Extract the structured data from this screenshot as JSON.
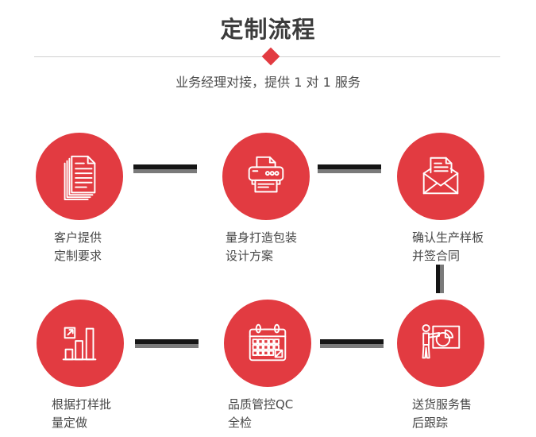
{
  "header": {
    "title": "定制流程",
    "subtitle": "业务经理对接，提供 1 对 1 服务"
  },
  "colors": {
    "accent_red": "#e23b41",
    "title_text": "#3c3c3c",
    "label_text": "#474747",
    "connector_dark": "#151515",
    "connector_gray": "#7a7a7a",
    "divider_line": "#d0d0d0"
  },
  "steps": [
    {
      "icon": "documents-icon",
      "line1": "客户提供",
      "line2": "定制要求"
    },
    {
      "icon": "printer-icon",
      "line1": "量身打造包装",
      "line2": "设计方案"
    },
    {
      "icon": "envelope-icon",
      "line1": "确认生产样板",
      "line2": "并签合同"
    },
    {
      "icon": "bar-chart-icon",
      "line1": "根据打样批",
      "line2": "量定做"
    },
    {
      "icon": "calendar-icon",
      "line1": "品质管控QC",
      "line2": "全检"
    },
    {
      "icon": "presentation-icon",
      "line1": "送货服务售",
      "line2": "后跟踪"
    }
  ]
}
